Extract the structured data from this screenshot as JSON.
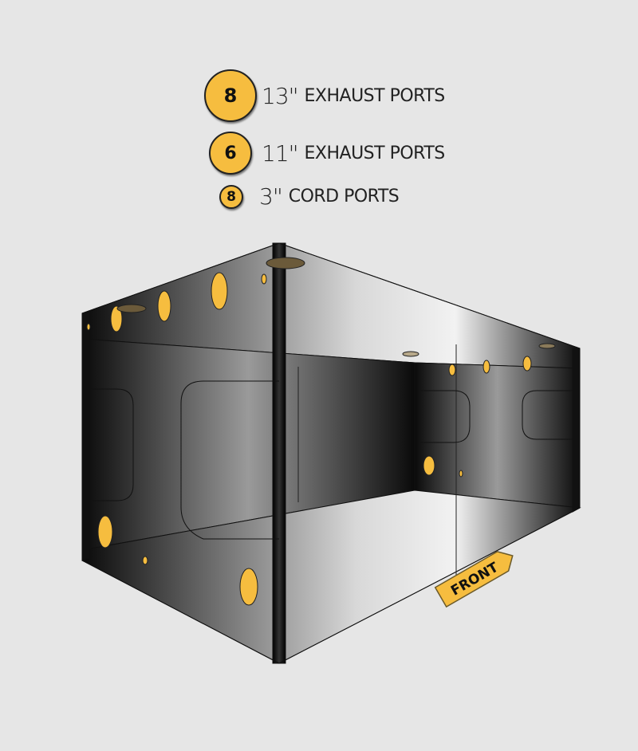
{
  "legend": [
    {
      "count": "8",
      "size": "13\"",
      "label": "EXHAUST PORTS"
    },
    {
      "count": "6",
      "size": "11\"",
      "label": "EXHAUST PORTS"
    },
    {
      "count": "8",
      "size": "3\"",
      "label": "CORD PORTS"
    }
  ],
  "front_sign": "FRONT",
  "colors": {
    "port": "#f6bd3f",
    "background": "#e6e6e6",
    "tent": "#111111"
  }
}
